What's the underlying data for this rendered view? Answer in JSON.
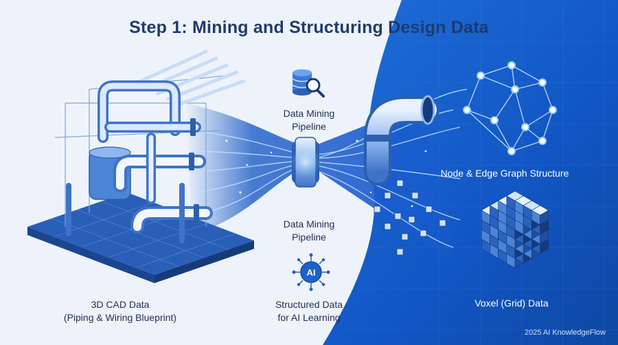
{
  "title": "Step 1: Mining and Structuring Design Data",
  "labels": {
    "cad_data": [
      "3D CAD Data",
      "(Piping & Wiring Blueprint)"
    ],
    "mining_top": [
      "Data Mining",
      "Pipeline"
    ],
    "mining_mid": [
      "Data Mining",
      "Pipeline"
    ],
    "structured": [
      "Structured Data",
      "for AI Learning"
    ],
    "graph": "Node & Edge Graph Structure",
    "voxel": "Voxel (Grid) Data"
  },
  "ai_badge": "AI",
  "footer": "2025 AI KnowledgeFlow",
  "icons": {
    "mining_top": "database-search-icon",
    "structured": "ai-chip-icon",
    "cad": "pipe-assembly-icon",
    "graph": "node-graph-icon",
    "voxel": "voxel-cube-icon"
  },
  "colors": {
    "title": "#1f3a6d",
    "blue_dark": "#0d47a1",
    "blue_mid": "#1e6fd9",
    "blue_light": "#4aa3ff",
    "bg_light": "#eef3fb"
  }
}
